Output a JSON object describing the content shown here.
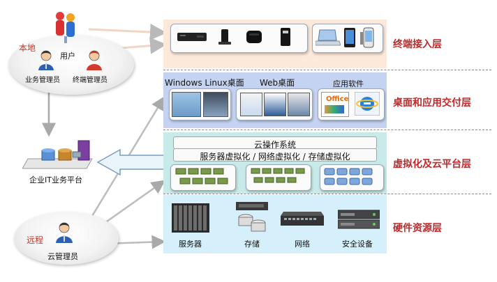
{
  "left": {
    "local_label": "本地",
    "user_label": "用户",
    "business_admin": "业务管理员",
    "terminal_admin": "终端管理员",
    "platform_label": "企业IT业务平台",
    "remote_label": "远程",
    "cloud_admin": "云管理员"
  },
  "layers": {
    "terminal": {
      "title": "终端接入层"
    },
    "desktop": {
      "title": "桌面和应用交付层",
      "windows_linux": "Windows  Linux桌面",
      "web_desktop": "Web桌面",
      "app_software": "应用软件",
      "office_text": "Office"
    },
    "virtual": {
      "title": "虚拟化及云平台层",
      "cloud_os": "云操作系统",
      "virt_line": "服务器虚拟化 / 网络虚拟化 / 存储虚拟化"
    },
    "hardware": {
      "title": "硬件资源层",
      "server": "服务器",
      "storage": "存储",
      "network": "网络",
      "security": "安全设备"
    }
  },
  "colors": {
    "terminal_band": "#fde9d9",
    "desktop_band": "#c5d3f2",
    "virtual_band": "#c8ebe9",
    "hardware_band": "#d6f0fb",
    "title_red": "#c0282a",
    "arrow_gray": "#b9b9b9"
  }
}
